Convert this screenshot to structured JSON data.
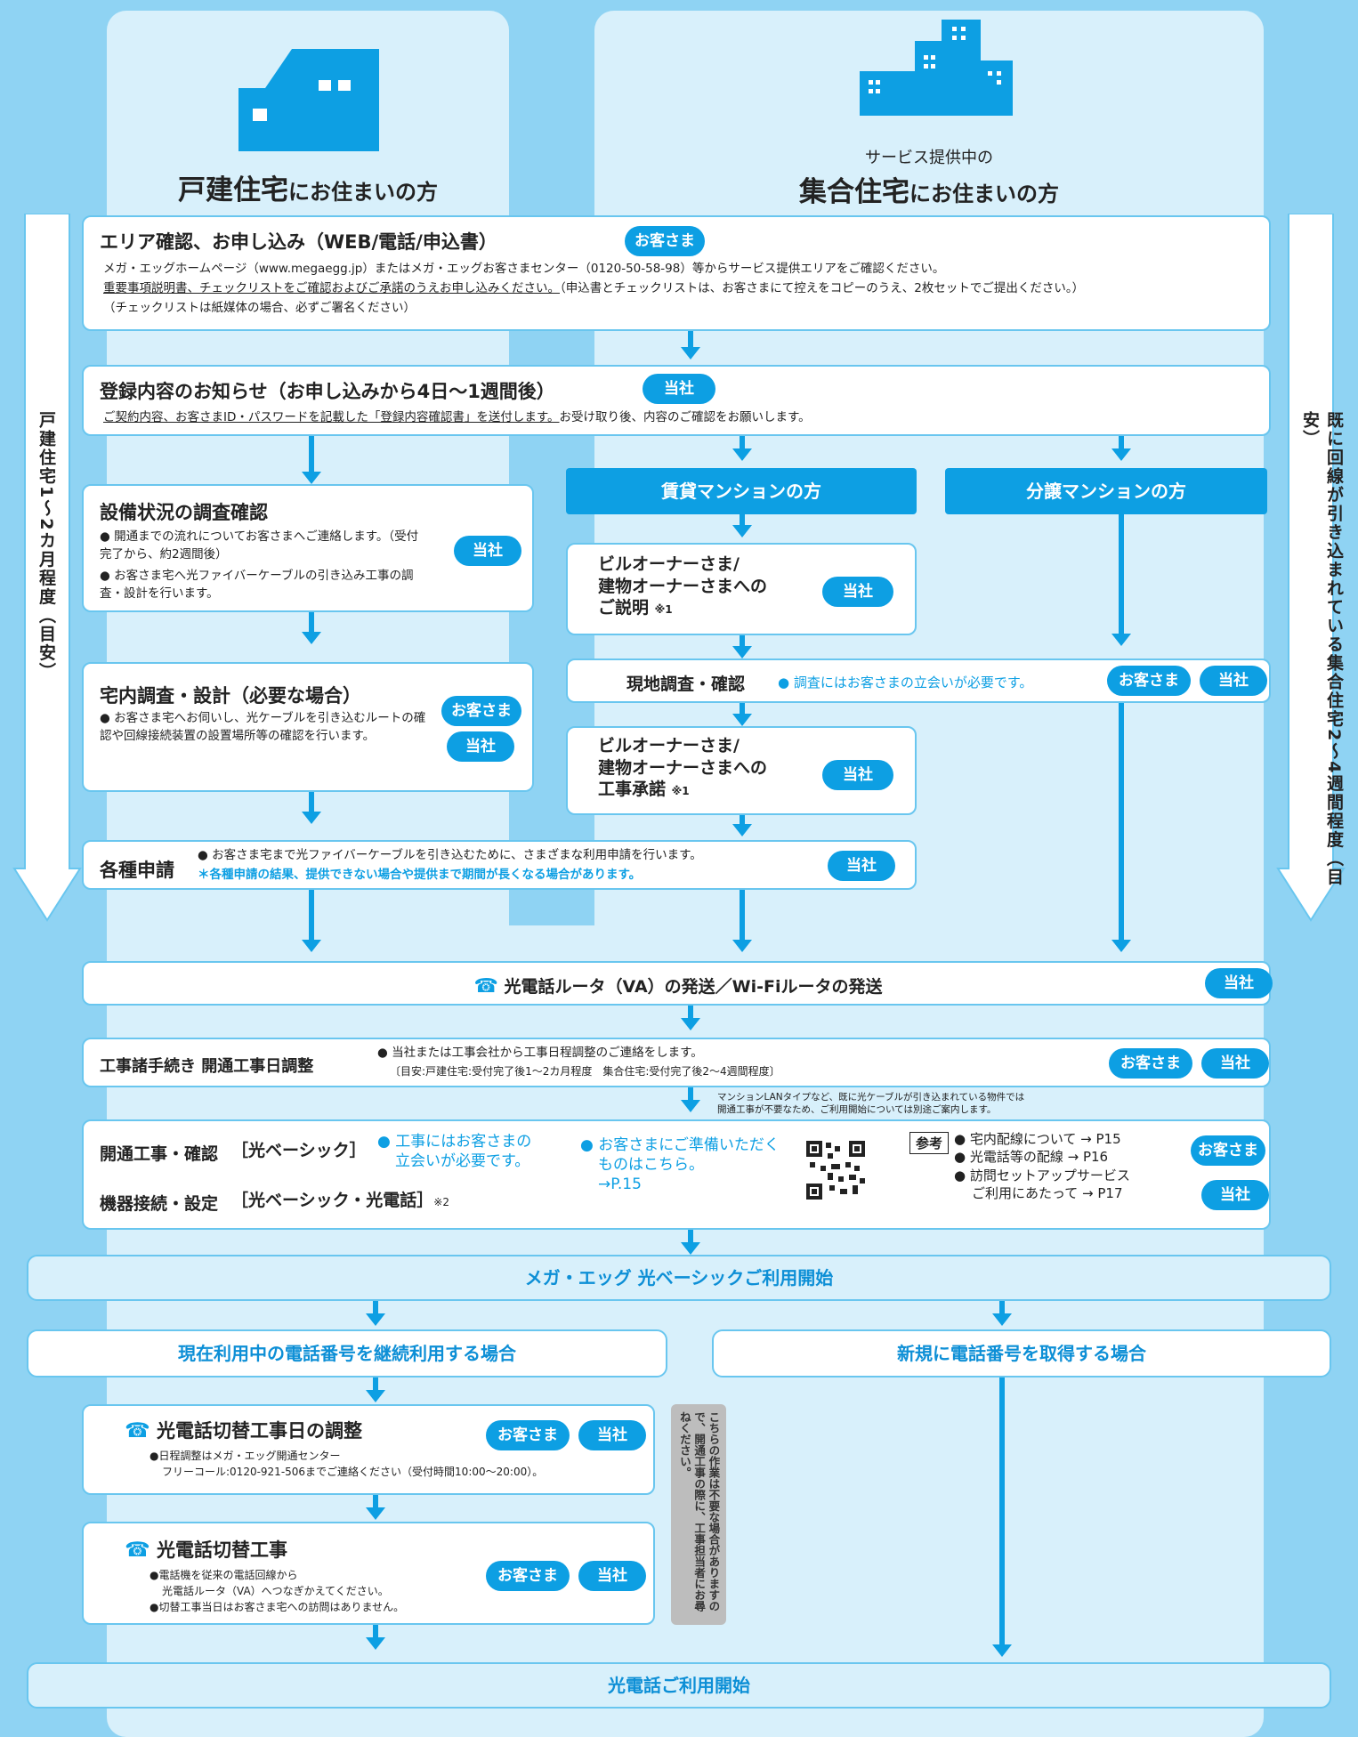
{
  "headers": {
    "detached_title_main": "戸建住宅",
    "detached_title_suffix": "にお住まいの方",
    "apartment_pre": "サービス提供中の",
    "apartment_title_main": "集合住宅",
    "apartment_title_suffix": "にお住まいの方"
  },
  "side": {
    "left": "戸建住宅1〜2カ月程度（目安）",
    "right": "既に回線が引き込まれている集合住宅2〜4週間程度（目安）"
  },
  "badges": {
    "customer": "お客さま",
    "company": "当社"
  },
  "step1": {
    "title": "エリア確認、お申し込み（WEB/電話/申込書）",
    "line1": "メガ・エッグホームページ（www.megaegg.jp）またはメガ・エッグお客さまセンター（0120-50-58-98）等からサービス提供エリアをご確認ください。",
    "line2_ul": "重要事項説明書、チェックリストをご確認およびご承諾のうえお申し込みください。",
    "line2_rest": "（申込書とチェックリストは、お客さまにて控えをコピーのうえ、2枚セットでご提出ください。）",
    "line3": "（チェックリストは紙媒体の場合、必ずご署名ください）"
  },
  "step2": {
    "title": "登録内容のお知らせ（お申し込みから4日〜1週間後）",
    "line_ul": "ご契約内容、お客さまID・パスワードを記載した「登録内容確認書」を送付します。",
    "line_rest": "お受け取り後、内容のご確認をお願いします。"
  },
  "rental": "賃貸マンションの方",
  "condo": "分譲マンションの方",
  "survey": {
    "title": "設備状況の調査確認",
    "b1": "開通までの流れについてお客さまへご連絡します。（受付完了から、約2週間後）",
    "b2": "お客さま宅へ光ファイバーケーブルの引き込み工事の調査・設計を行います。"
  },
  "owner1": {
    "l1": "ビルオーナーさま/",
    "l2": "建物オーナーさまへの",
    "l3": "ご説明",
    "note": "※1"
  },
  "onsite": {
    "title": "現地調査・確認",
    "text": "調査にはお客さまの立会いが必要です。"
  },
  "indoor": {
    "title": "宅内調査・設計（必要な場合）",
    "b1": "お客さま宅へお伺いし、光ケーブルを引き込むルートの確認や回線接続装置の設置場所等の確認を行います。"
  },
  "owner2": {
    "l1": "ビルオーナーさま/",
    "l2": "建物オーナーさまへの",
    "l3": "工事承諾",
    "note": "※1"
  },
  "apply": {
    "title": "各種申請",
    "b1": "お客さま宅まで光ファイバーケーブルを引き込むために、さまざまな利用申請を行います。",
    "b2": "＊各種申請の結果、提供できない場合や提供まで期間が長くなる場合があります。"
  },
  "router": {
    "title": "光電話ルータ（VA）の発送／Wi-Fiルータの発送"
  },
  "schedule": {
    "title": "工事諸手続き 開通工事日調整",
    "b1": "当社または工事会社から工事日程調整のご連絡をします。",
    "b2": "〔目安:戸建住宅:受付完了後1〜2カ月程度　集合住宅:受付完了後2〜4週間程度〕"
  },
  "lan_note1": "マンションLANタイプなど、既に光ケーブルが引き込まれている物件では",
  "lan_note2": "開通工事が不要なため、ご利用開始については別途ご案内します。",
  "open": {
    "title1": "開通工事・確認",
    "bracket1": "光ベーシック",
    "note1a": "工事にはお客さまの",
    "note1b": "立会いが必要です。",
    "title2": "機器接続・設定",
    "bracket2": "光ベーシック・光電話",
    "note2": "※2",
    "prep1": "お客さまにご準備いただく",
    "prep2": "ものはこちら。",
    "prep3": "→P.15",
    "ref_label": "参考",
    "ref1": "宅内配線について → P15",
    "ref2": "光電話等の配線 → P16",
    "ref3": "訪問セットアップサービス",
    "ref4": "ご利用にあたって → P17"
  },
  "start_basic": "メガ・エッグ 光ベーシックご利用開始",
  "keep_number": "現在利用中の電話番号を継続利用する場合",
  "new_number": "新規に電話番号を取得する場合",
  "switch_adjust": {
    "title": "光電話切替工事日の調整",
    "l1": "●日程調整はメガ・エッグ開通センター",
    "l2": "フリーコール:0120-921-506までご連絡ください（受付時間10:00〜20:00）。"
  },
  "switch_work": {
    "title": "光電話切替工事",
    "l1": "●電話機を従来の電話回線から",
    "l2": "光電話ルータ（VA）へつなぎかえてください。",
    "l3": "●切替工事当日はお客さま宅への訪問はありません。"
  },
  "side_note": "こちらの作業は不要な場合がありますので、開通工事の際に、工事担当者にお尋ねください。",
  "phone_start": "光電話ご利用開始",
  "colors": {
    "accent": "#0d9fe3",
    "background": "#8fd3f3",
    "panel": "#d8f0fb"
  }
}
